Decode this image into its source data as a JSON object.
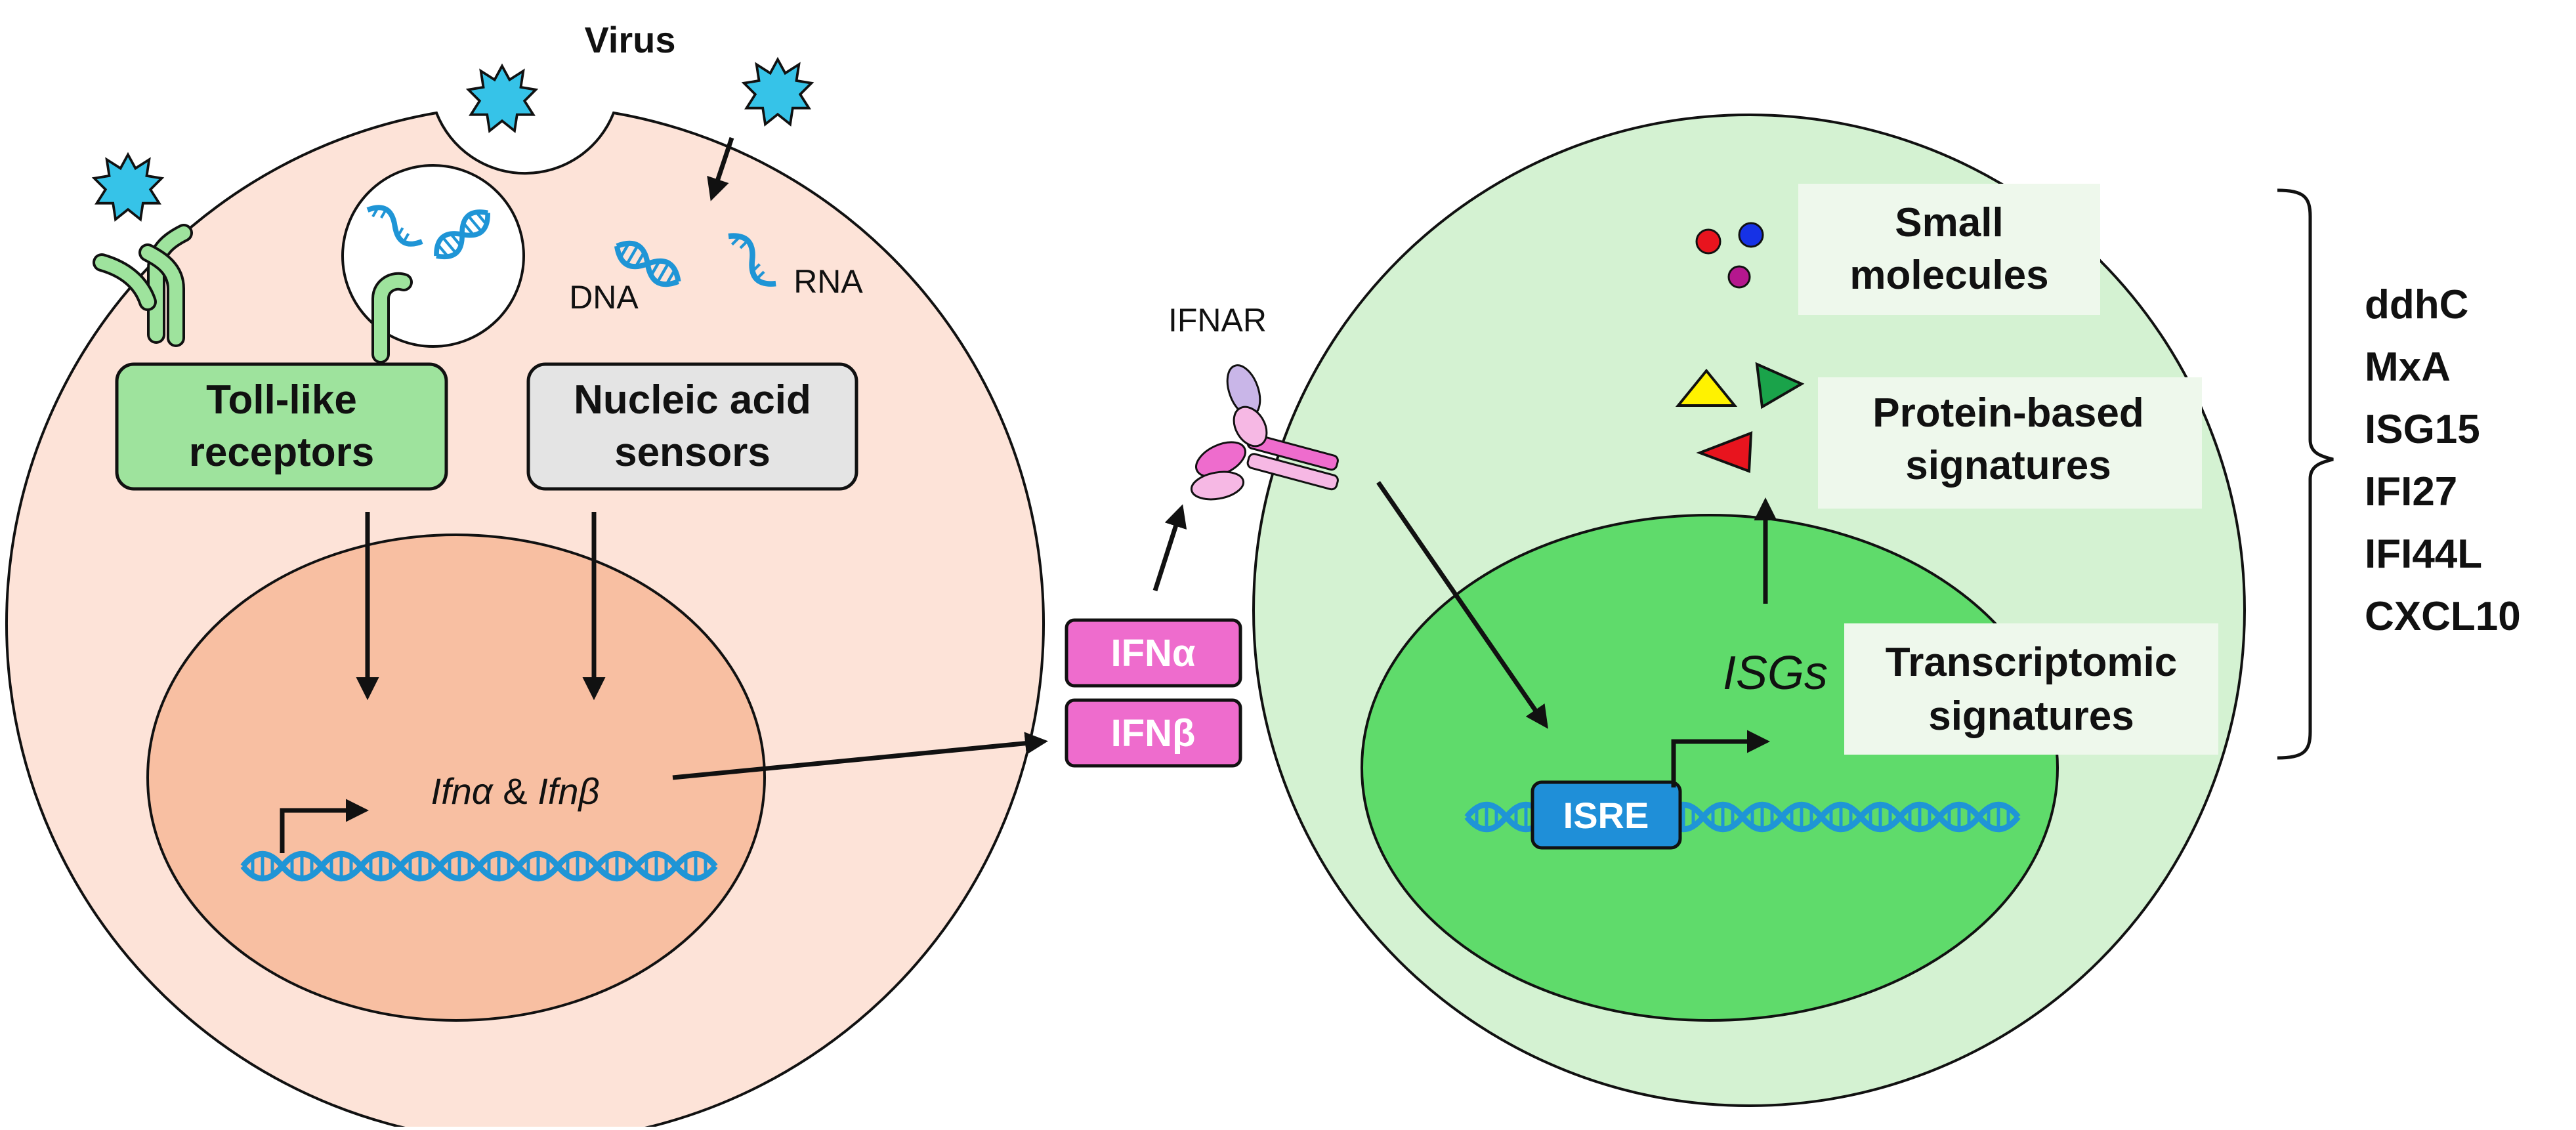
{
  "labels": {
    "virus": "Virus",
    "toll_like": [
      "Toll-like",
      "receptors"
    ],
    "nucleic_acid": [
      "Nucleic acid",
      "sensors"
    ],
    "dna": "DNA",
    "rna": "RNA",
    "ifna": "Ifnα",
    "amp": " & ",
    "ifnb": "Ifnβ",
    "ifnar": "IFNAR",
    "ifn_alpha": "IFNα",
    "ifn_beta": "IFNβ",
    "isre": "ISRE",
    "isgs": "ISGs",
    "small_molecules": [
      "Small",
      "molecules"
    ],
    "protein_signatures": [
      "Protein-based",
      "signatures"
    ],
    "transcriptomic_signatures": [
      "Transcriptomic",
      "signatures"
    ]
  },
  "biomarkers": [
    "ddhC",
    "MxA",
    "ISG15",
    "IFI27",
    "IFI44L",
    "CXCL10"
  ],
  "colors": {
    "infected_cell": "#fde3d8",
    "infected_nucleus": "#f8bfa2",
    "responding_cell": "#d4f2d2",
    "responding_nucleus": "#5fdb6b",
    "virus": "#36c3e8",
    "dna_helix": "#1f95d6",
    "ifn_box": "#ee6ccd",
    "tlr_box": "#9ee39d",
    "sensor_box": "#e4e4e4",
    "isre_box": "#1f8fd8",
    "highlight_box": "#eef8ec",
    "arrow": "#111111"
  }
}
